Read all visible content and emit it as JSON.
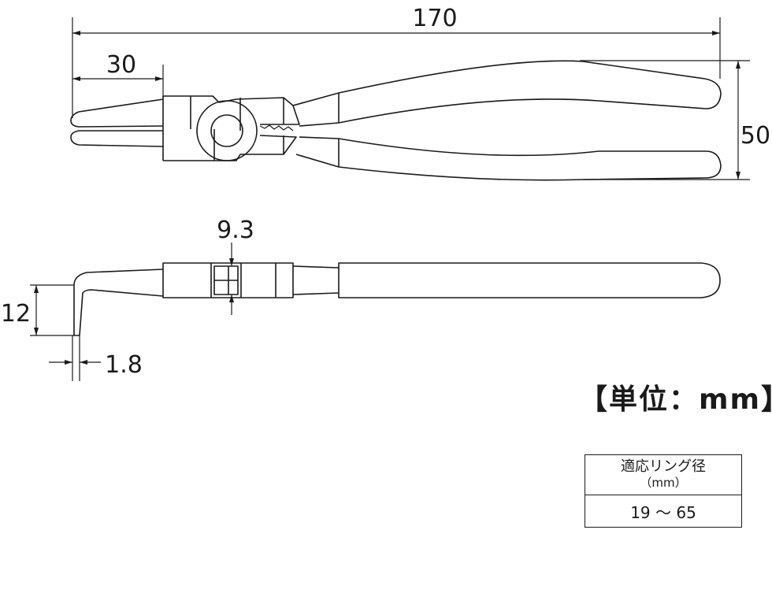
{
  "dimensions": {
    "total_length": "170",
    "jaw_length": "30",
    "width": "50",
    "pivot_thickness": "9.3",
    "tip_bend": "12",
    "tip_thickness": "1.8"
  },
  "unit_label": "【単位：mm】",
  "spec_table": {
    "header_line1": "適応リング径",
    "header_line2": "（mm）",
    "value": "19 ～ 65"
  },
  "colors": {
    "line": "#1a1a1a",
    "background": "#ffffff"
  }
}
